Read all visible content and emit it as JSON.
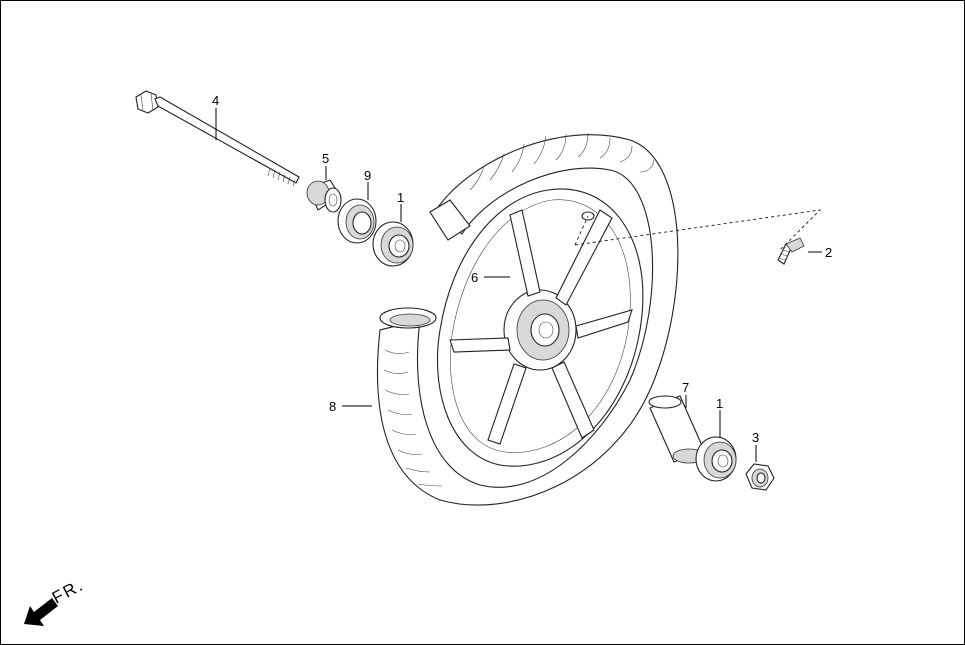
{
  "diagram": {
    "callouts": [
      {
        "id": "label-4",
        "text": "4"
      },
      {
        "id": "label-5",
        "text": "5"
      },
      {
        "id": "label-9",
        "text": "9"
      },
      {
        "id": "label-1-top",
        "text": "1"
      },
      {
        "id": "label-2",
        "text": "2"
      },
      {
        "id": "label-6",
        "text": "6"
      },
      {
        "id": "label-8",
        "text": "8"
      },
      {
        "id": "label-7",
        "text": "7"
      },
      {
        "id": "label-1-bottom",
        "text": "1"
      },
      {
        "id": "label-3",
        "text": "3"
      }
    ],
    "direction_indicator": {
      "text": "FR.",
      "icon": "front-direction-arrow-icon"
    }
  }
}
